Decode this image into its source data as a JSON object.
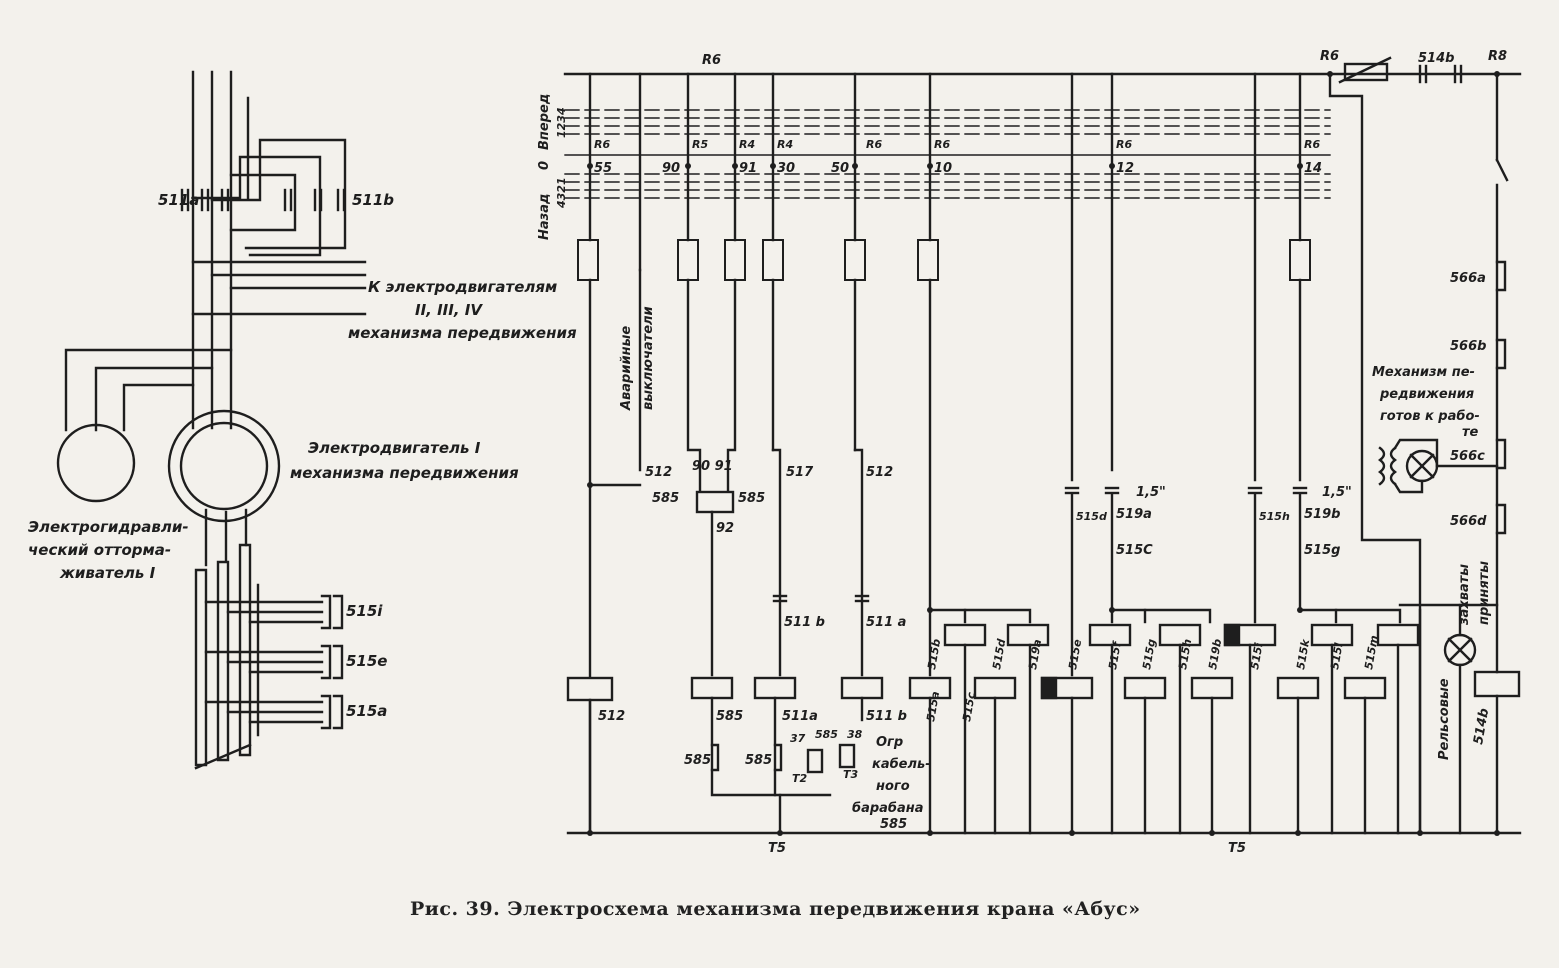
{
  "caption": "Рис. 39. Электросхема механизма передвижения крана «Абус»",
  "left": {
    "contact_511a": "511а",
    "contact_511b": "511b",
    "to_motors_1": "К электродвигателям",
    "to_motors_2": "II, III, IV",
    "to_motors_3": "механизма передвижения",
    "motor_1": "Электродвигатель I",
    "motor_2": "механизма передвижения",
    "brake_1": "Электрогидравли-",
    "brake_2": "ческий отторма-",
    "brake_3": "живатель I",
    "res_515i": "515i",
    "res_515e": "515е",
    "res_515a": "515а"
  },
  "controller": {
    "r6_top": "R6",
    "r6_right": "R6",
    "r5": "R5",
    "r4_small": "R4",
    "vpered": "Вперед",
    "nazad": "Назад",
    "pos_0": "0",
    "fwd_positions": "1234",
    "back_positions": "4321",
    "wires": [
      "55",
      "90",
      "91",
      "30",
      "50",
      "10",
      "12",
      "14"
    ],
    "rk_labels": [
      "R6",
      "R5",
      "R4",
      "R4",
      "R6",
      "R6",
      "R6",
      "R6"
    ]
  },
  "right_chain": {
    "r6": "R6",
    "k514b": "514b",
    "r8": "R8",
    "k566a": "566а",
    "k566b": "566b",
    "k566c": "566с",
    "k566d": "566d",
    "ready_1": "Механизм пе-",
    "ready_2": "редвижения",
    "ready_3": "готов к рабо-",
    "ready_4": "те",
    "rail_1": "Рельсовые",
    "rail_2": "захваты",
    "rail_3": "приняты"
  },
  "mid": {
    "emergency_1": "Аварийные",
    "emergency_2": "выключатели",
    "c512": "512",
    "c512b": "512",
    "c517": "517",
    "c585": "585",
    "c585b": "585",
    "w90_91": "90 91",
    "w92": "92",
    "c511b": "511 b",
    "c511a": "511 а",
    "c515d": "515d",
    "c519a": "519а",
    "c515c": "515С",
    "c515h": "515h",
    "c519b": "519b",
    "c515g": "515g",
    "t15_a": "1,5\"",
    "t15_b": "1,5\""
  },
  "coils": {
    "c512": "512",
    "c585": "585",
    "c511a": "511а",
    "c511b": "511 b",
    "c515a": "515а",
    "c515b": "515b",
    "c515c": "515с",
    "c515d": "515d",
    "c519a": "519а",
    "c515e": "515е",
    "c515f": "515f",
    "c515g": "515g",
    "c515h": "515h",
    "c519b": "519b",
    "c515i": "515i",
    "c515k": "515k",
    "c515l": "515l",
    "c515m": "515m",
    "c514b": "514b"
  },
  "bottom": {
    "c585a": "585",
    "c585b": "585",
    "w37": "37",
    "w38": "38",
    "c585c": "585",
    "t1": "Т2",
    "t2": "Т3",
    "cable_1": "Огр",
    "cable_2": "кабель-",
    "cable_3": "ного",
    "cable_4": "барабана",
    "c585d": "585",
    "bus_t5_left": "Т5",
    "bus_t5_right": "Т5"
  }
}
